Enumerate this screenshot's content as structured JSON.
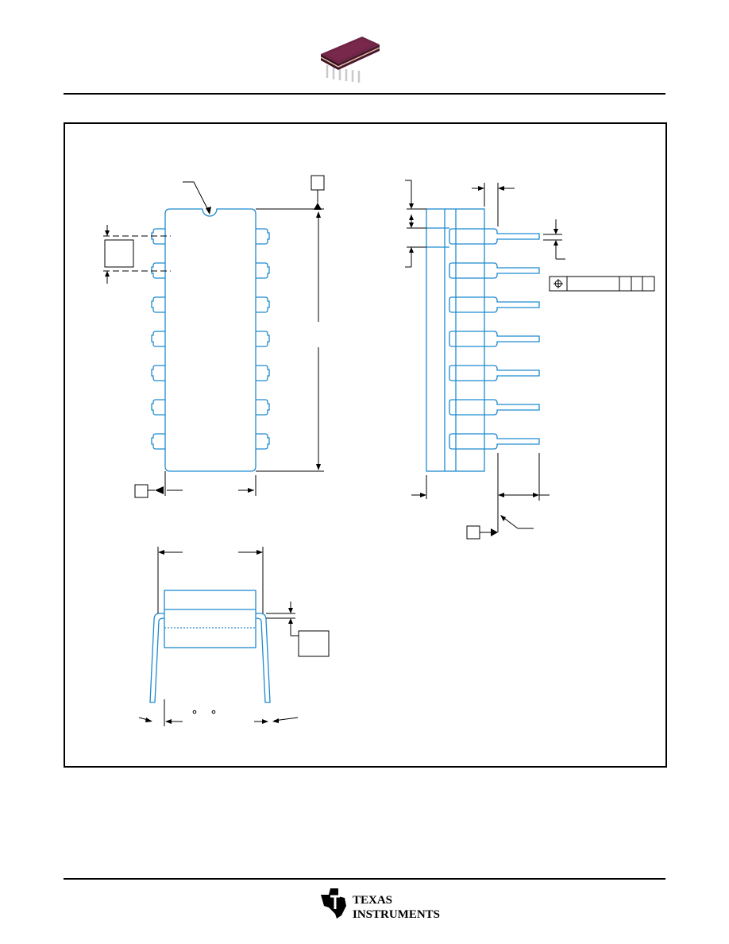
{
  "brand": {
    "line1": "TEXAS",
    "line2": "INSTRUMENTS"
  },
  "colors": {
    "outline": "#1f8ad0",
    "rules": "#000000",
    "chip_body": "#5a1c36"
  },
  "icons": {
    "header_image": "ceramic-dip-chip-icon",
    "footer_logo": "ti-state-logo-icon",
    "position_tolerance": "crosshair-circle-icon"
  },
  "drawing": {
    "pins_per_side": 7
  }
}
